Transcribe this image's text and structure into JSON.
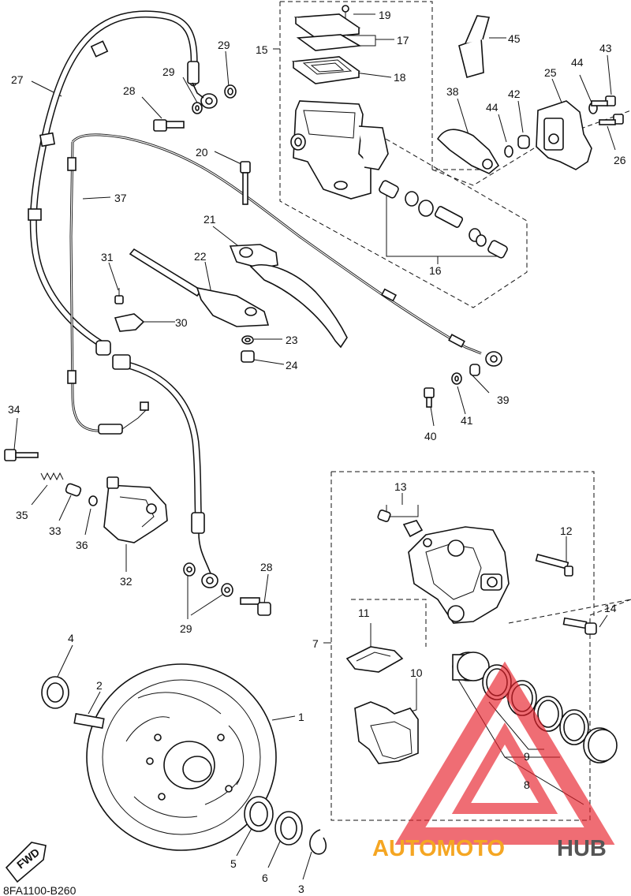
{
  "diagram": {
    "drawing_code": "8FA1100-B260",
    "fwd_badge": "FWD",
    "watermark": {
      "prefix": "AUTOMOTO",
      "suffix": "HUB",
      "prefix_color": "#f5a623",
      "suffix_color": "#555555",
      "logo_color": "#e8202a"
    },
    "callouts": [
      "1",
      "2",
      "3",
      "4",
      "5",
      "6",
      "7",
      "8",
      "9",
      "10",
      "11",
      "12",
      "13",
      "14",
      "15",
      "16",
      "17",
      "18",
      "19",
      "20",
      "21",
      "22",
      "23",
      "24",
      "25",
      "26",
      "27",
      "28",
      "28",
      "29",
      "29",
      "29",
      "30",
      "31",
      "32",
      "33",
      "34",
      "35",
      "36",
      "37",
      "38",
      "39",
      "40",
      "41",
      "42",
      "43",
      "44",
      "44",
      "45"
    ]
  }
}
